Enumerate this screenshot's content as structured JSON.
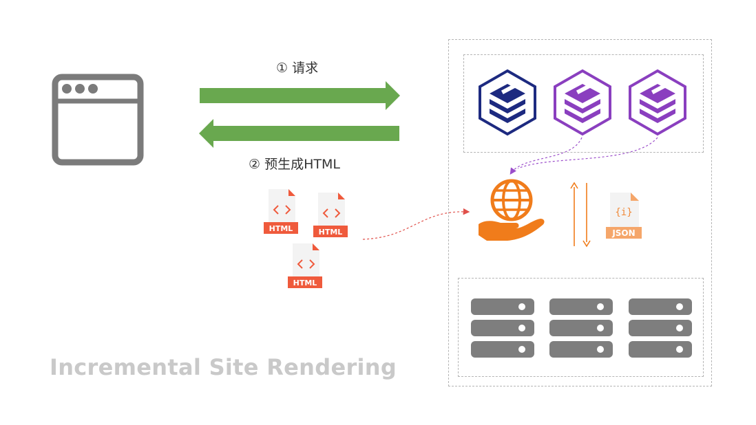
{
  "title": "Incremental Site Rendering",
  "arrows": {
    "request_label": "① 请求",
    "response_label": "② 预生成HTML"
  },
  "files": {
    "html_label": "HTML",
    "json_label": "JSON",
    "json_glyph": "{i}"
  },
  "colors": {
    "arrow_green": "#69a84f",
    "html_file": "#ef5a3c",
    "cdn_orange": "#f07c1b",
    "json_file": "#f5a66a",
    "cube_navy": "#1d2a80",
    "cube_purple": "#8a3fbf",
    "server_gray": "#7e7e7e",
    "browser_gray": "#7b7b7b",
    "title_gray": "#c9c9c9"
  },
  "icons": [
    "browser-window-icon",
    "html-file-icon",
    "cube-stack-icon",
    "globe-hand-icon",
    "json-file-icon",
    "server-rack-icon"
  ]
}
